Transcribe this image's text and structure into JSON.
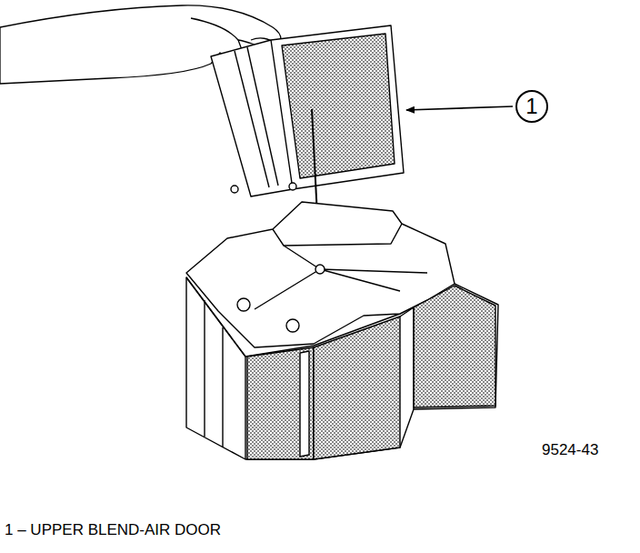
{
  "diagram": {
    "nodes": [
      {
        "text": [
          "1"
        ]
      }
    ],
    "labels": [
      "9524-43",
      "1 – UPPER BLEND-AIR DOOR"
    ]
  }
}
